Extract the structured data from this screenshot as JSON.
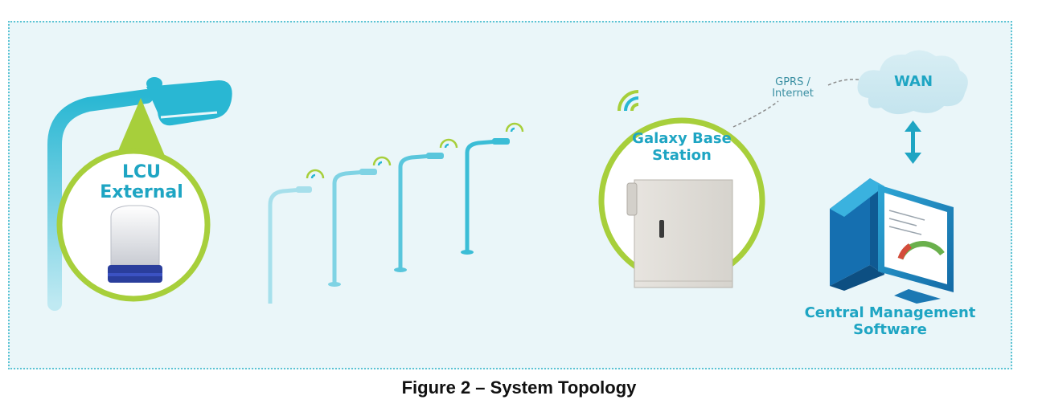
{
  "labels": {
    "lcu": "LCU\nExternal",
    "base_station": "Galaxy Base\nStation",
    "gprs": "GPRS /\nInternet",
    "wan": "WAN",
    "cms": "Central Management\nSoftware"
  },
  "caption": "Figure 2 – System Topology",
  "colors": {
    "panel_bg": "#eaf6f9",
    "accent_blue": "#1ea5c3",
    "pole_cyan": "#29b7d3",
    "ring_green": "#a7cf3b",
    "caption_text": "#111111"
  },
  "icons": [
    "street-light-icon",
    "lcu-sensor-icon",
    "wireless-signal-icon",
    "cabinet-icon",
    "cloud-icon",
    "computer-icon",
    "double-arrow-icon"
  ]
}
